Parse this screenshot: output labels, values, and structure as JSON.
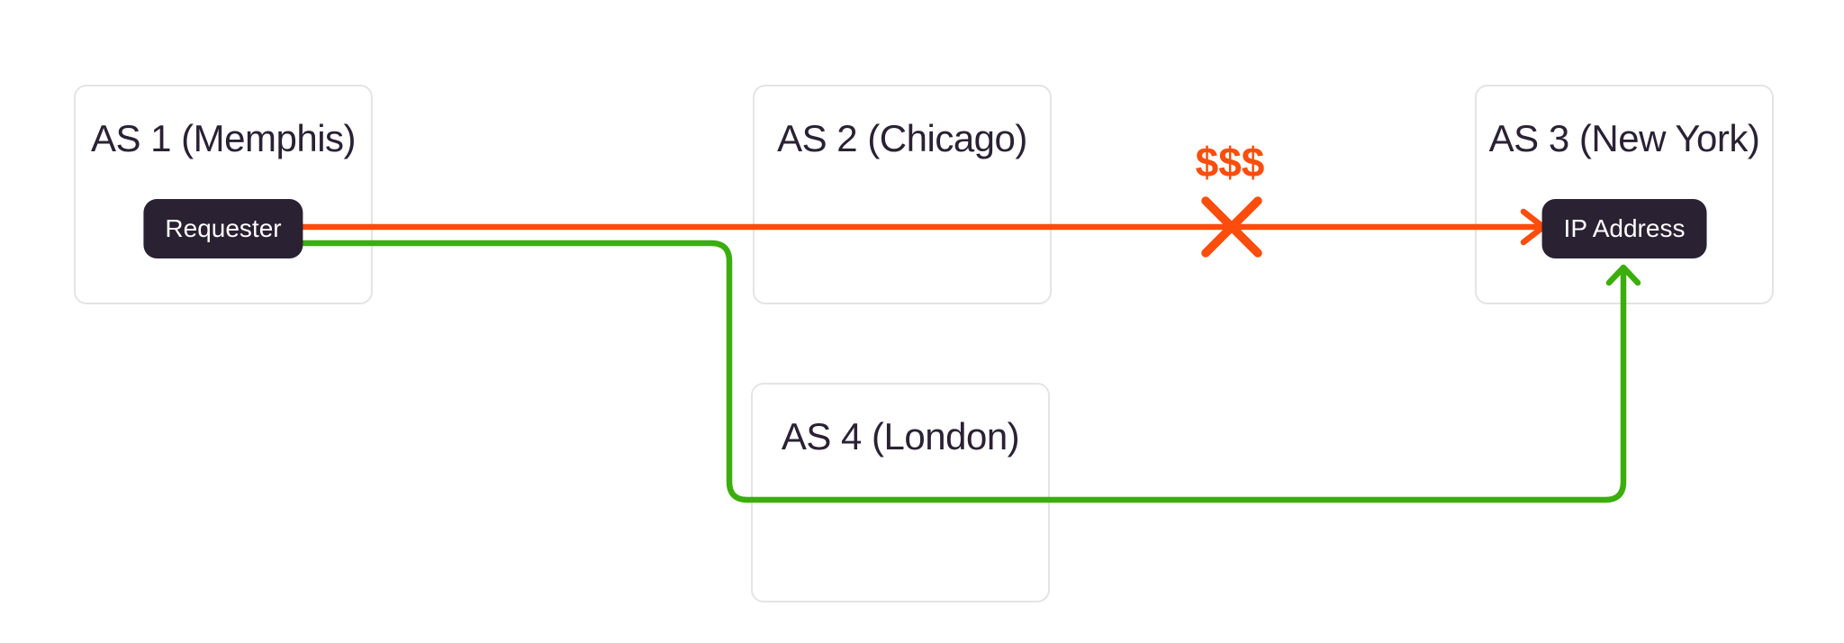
{
  "nodes": [
    {
      "id": "as1",
      "label": "AS 1 (Memphis)",
      "badge": "Requester"
    },
    {
      "id": "as2",
      "label": "AS 2 (Chicago)"
    },
    {
      "id": "as3",
      "label": "AS 3 (New York)",
      "badge": "IP Address"
    },
    {
      "id": "as4",
      "label": "AS 4 (London)"
    }
  ],
  "edges": [
    {
      "id": "expensive-path",
      "from": "Requester",
      "to": "IP Address",
      "label": "$$$",
      "status": "blocked",
      "color": "#fc4d0c"
    },
    {
      "id": "alternate-path",
      "from": "Requester",
      "to": "IP Address",
      "status": "active",
      "color": "#3bae0e"
    }
  ],
  "colors": {
    "page_bg": "#ffffff",
    "node_bg": "#ffffff",
    "node_border": "#e4e4e4",
    "title_text": "#2b2134",
    "badge_bg": "#2a2132",
    "badge_text": "#ffffff",
    "edge_expensive": "#fc4d0c",
    "edge_alternate": "#3bae0e"
  }
}
